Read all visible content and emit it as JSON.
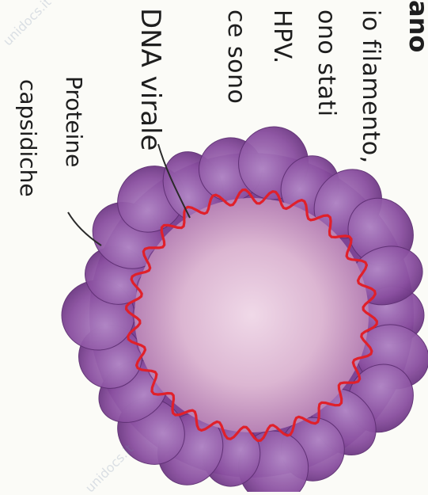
{
  "text": {
    "heading_fragment": "ano",
    "lines": [
      "io filamento,",
      "ono stati",
      "HPV.",
      "ce sono"
    ]
  },
  "labels": {
    "dna": "DNA virale",
    "capsid_line1": "Proteine",
    "capsid_line2": "capsidiche"
  },
  "watermark": "unidocs.it",
  "colors": {
    "capsid": "#8a4fa0",
    "capsid_dark": "#6e3a86",
    "capsid_light": "#a77cbc",
    "core": "#d7b4cf",
    "dna": "#e0202a",
    "text": "#1e1e1e"
  }
}
